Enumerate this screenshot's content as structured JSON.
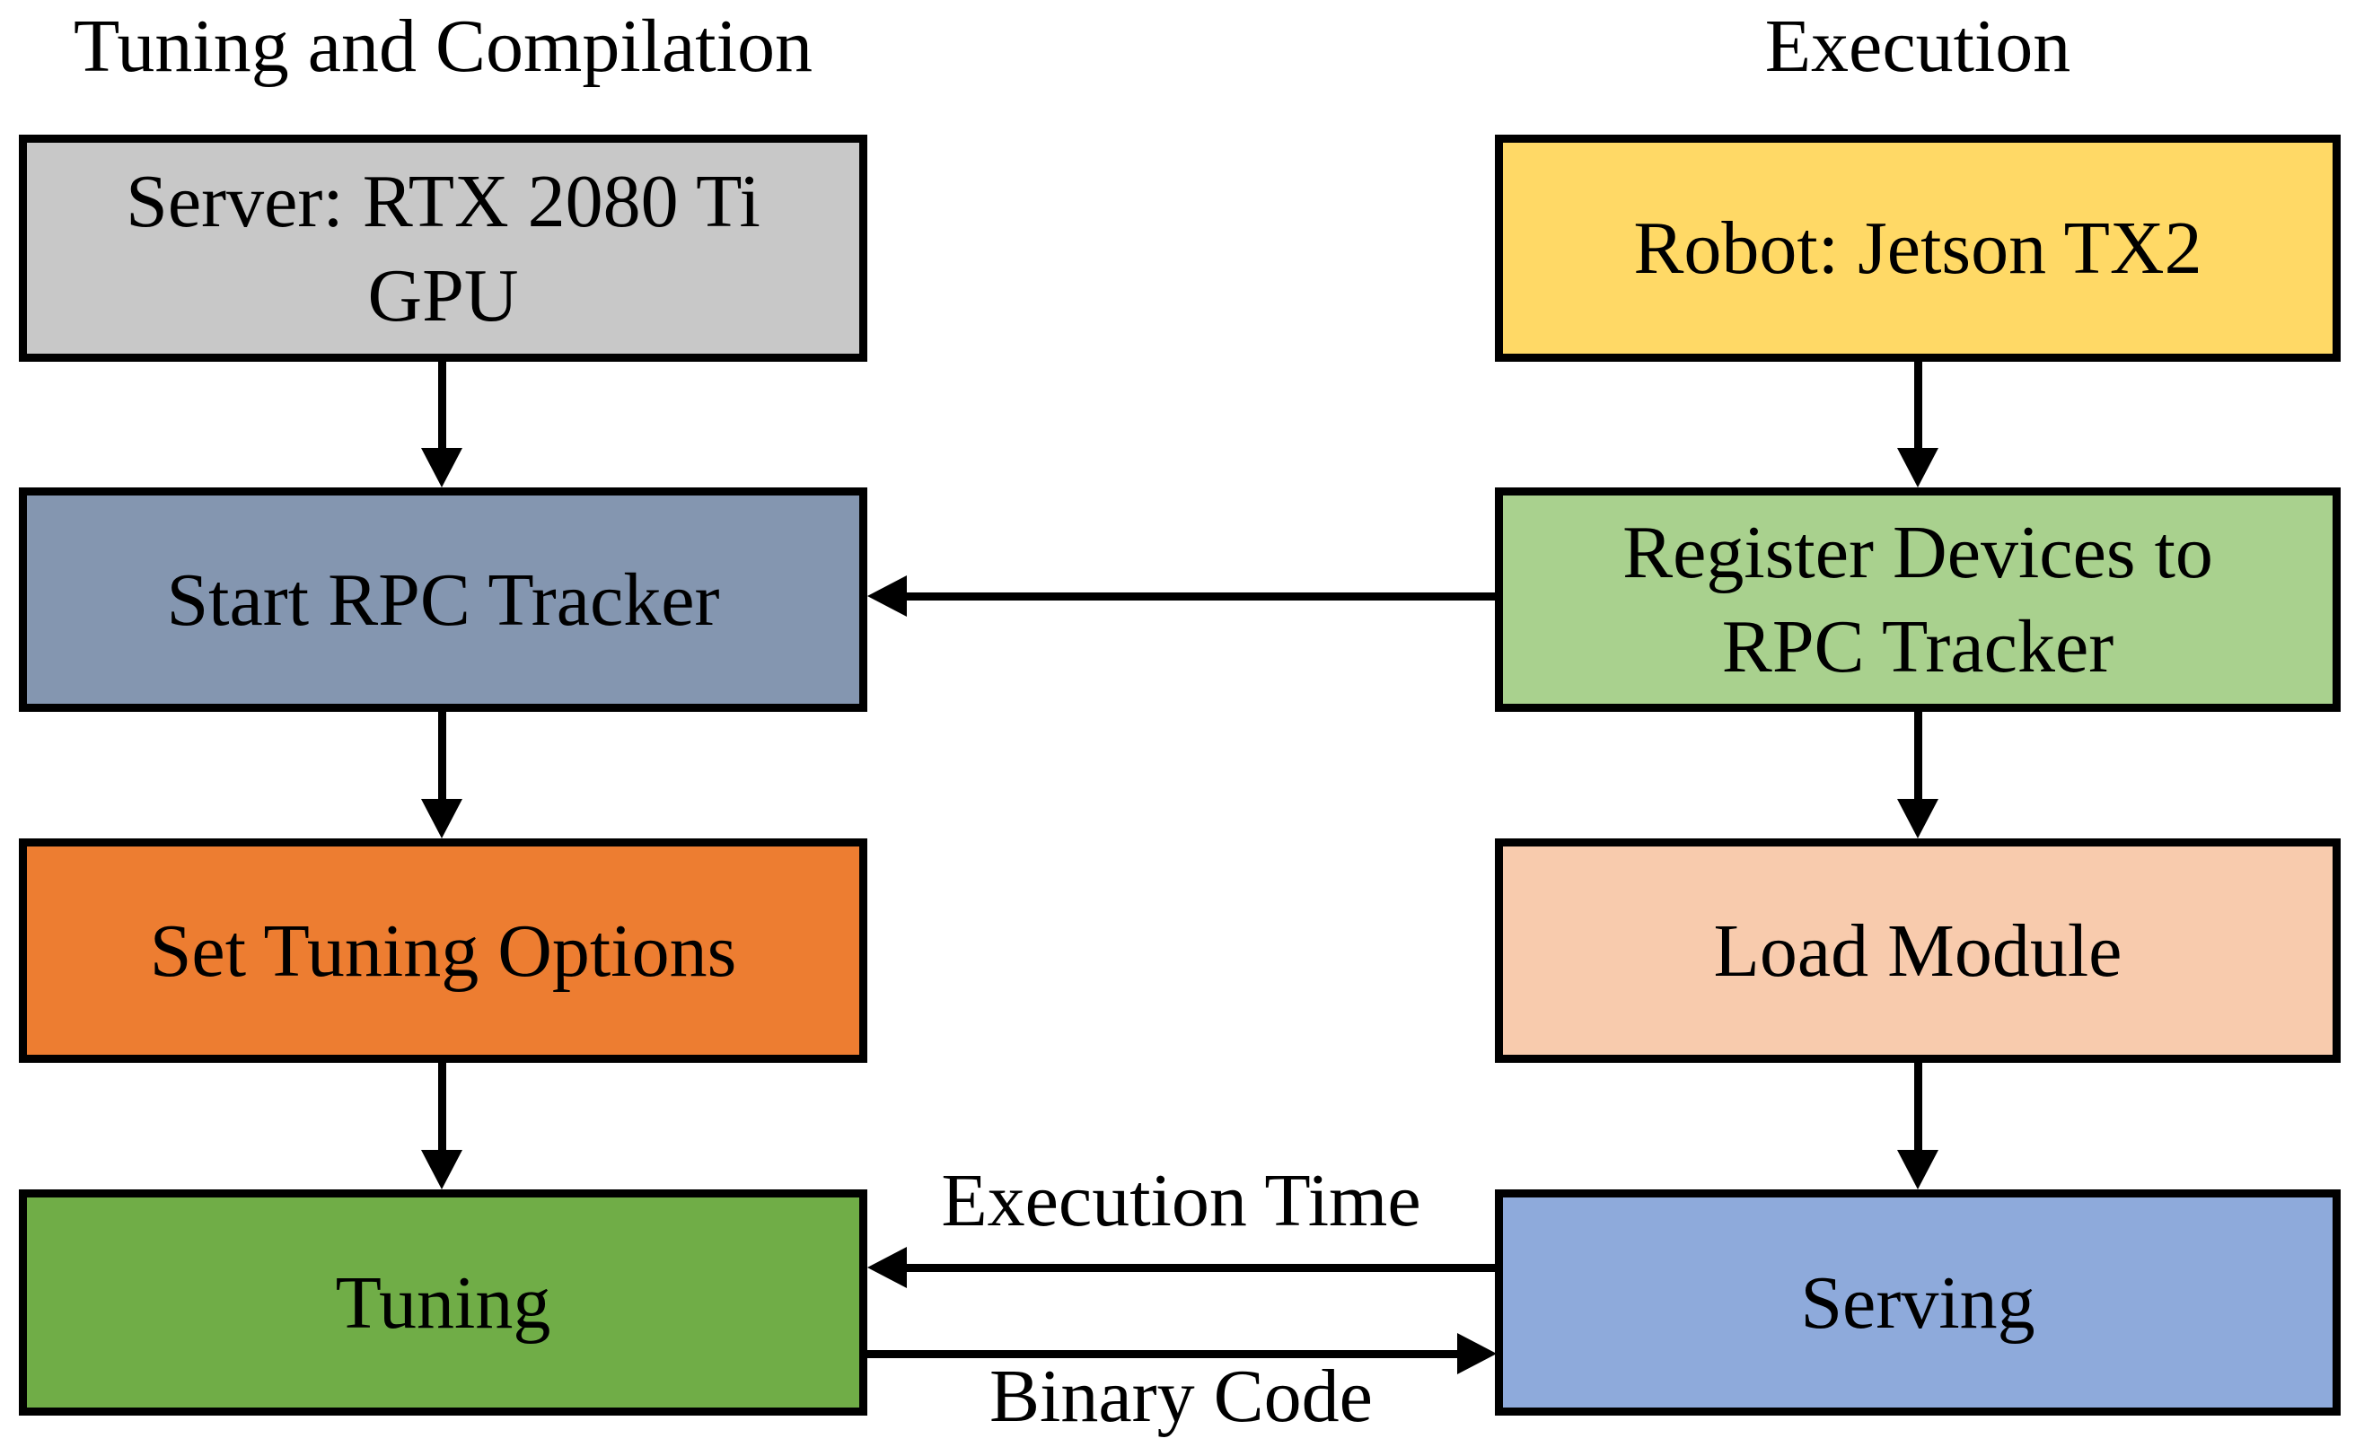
{
  "columns": {
    "left": {
      "title": "Tuning and Compilation",
      "boxes": [
        {
          "label": "Server: RTX 2080 Ti GPU",
          "fill": "#c8c8c8"
        },
        {
          "label": "Start RPC Tracker",
          "fill": "#8496b0"
        },
        {
          "label": "Set Tuning Options",
          "fill": "#ed7d31"
        },
        {
          "label": "Tuning",
          "fill": "#70ad47"
        }
      ]
    },
    "right": {
      "title": "Execution",
      "boxes": [
        {
          "label": "Robot: Jetson TX2",
          "fill": "#ffd966"
        },
        {
          "label": "Register Devices to RPC Tracker",
          "fill": "#a9d18e"
        },
        {
          "label": "Load Module",
          "fill": "#f8cbad"
        },
        {
          "label": "Serving",
          "fill": "#8eaadb"
        }
      ]
    }
  },
  "arrow_labels": {
    "execution_time": "Execution Time",
    "binary_code": "Binary Code"
  },
  "colors": {
    "background": "#ffffff",
    "text": "#000000",
    "box_border": "#000000",
    "arrow": "#000000"
  }
}
